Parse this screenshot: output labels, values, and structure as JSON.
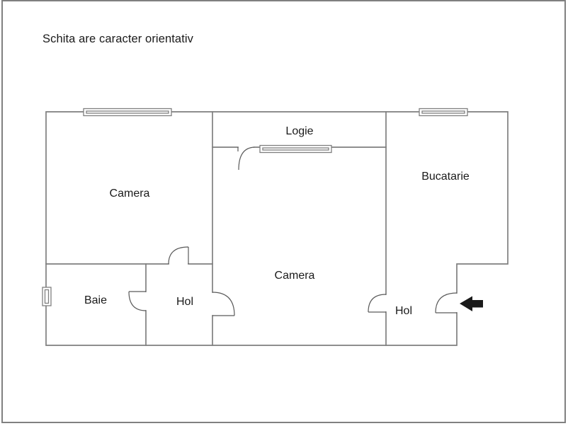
{
  "title": "Schita are caracter orientativ",
  "floorplan": {
    "rooms": [
      {
        "id": "camera-left",
        "label": "Camera"
      },
      {
        "id": "logie",
        "label": "Logie"
      },
      {
        "id": "bucatarie",
        "label": "Bucatarie"
      },
      {
        "id": "camera-middle",
        "label": "Camera"
      },
      {
        "id": "baie",
        "label": "Baie"
      },
      {
        "id": "hol-left",
        "label": "Hol"
      },
      {
        "id": "hol-right",
        "label": "Hol"
      }
    ],
    "symbols": {
      "windows_count": 4,
      "doors_count": 6,
      "entrance_arrow_direction": "left"
    },
    "colors": {
      "background": "#ffffff",
      "page_border": "#808080",
      "wall": "#7f7f7f",
      "door": "#5a5a5a",
      "text": "#1a1a1a",
      "arrow": "#1a1a1a"
    }
  }
}
